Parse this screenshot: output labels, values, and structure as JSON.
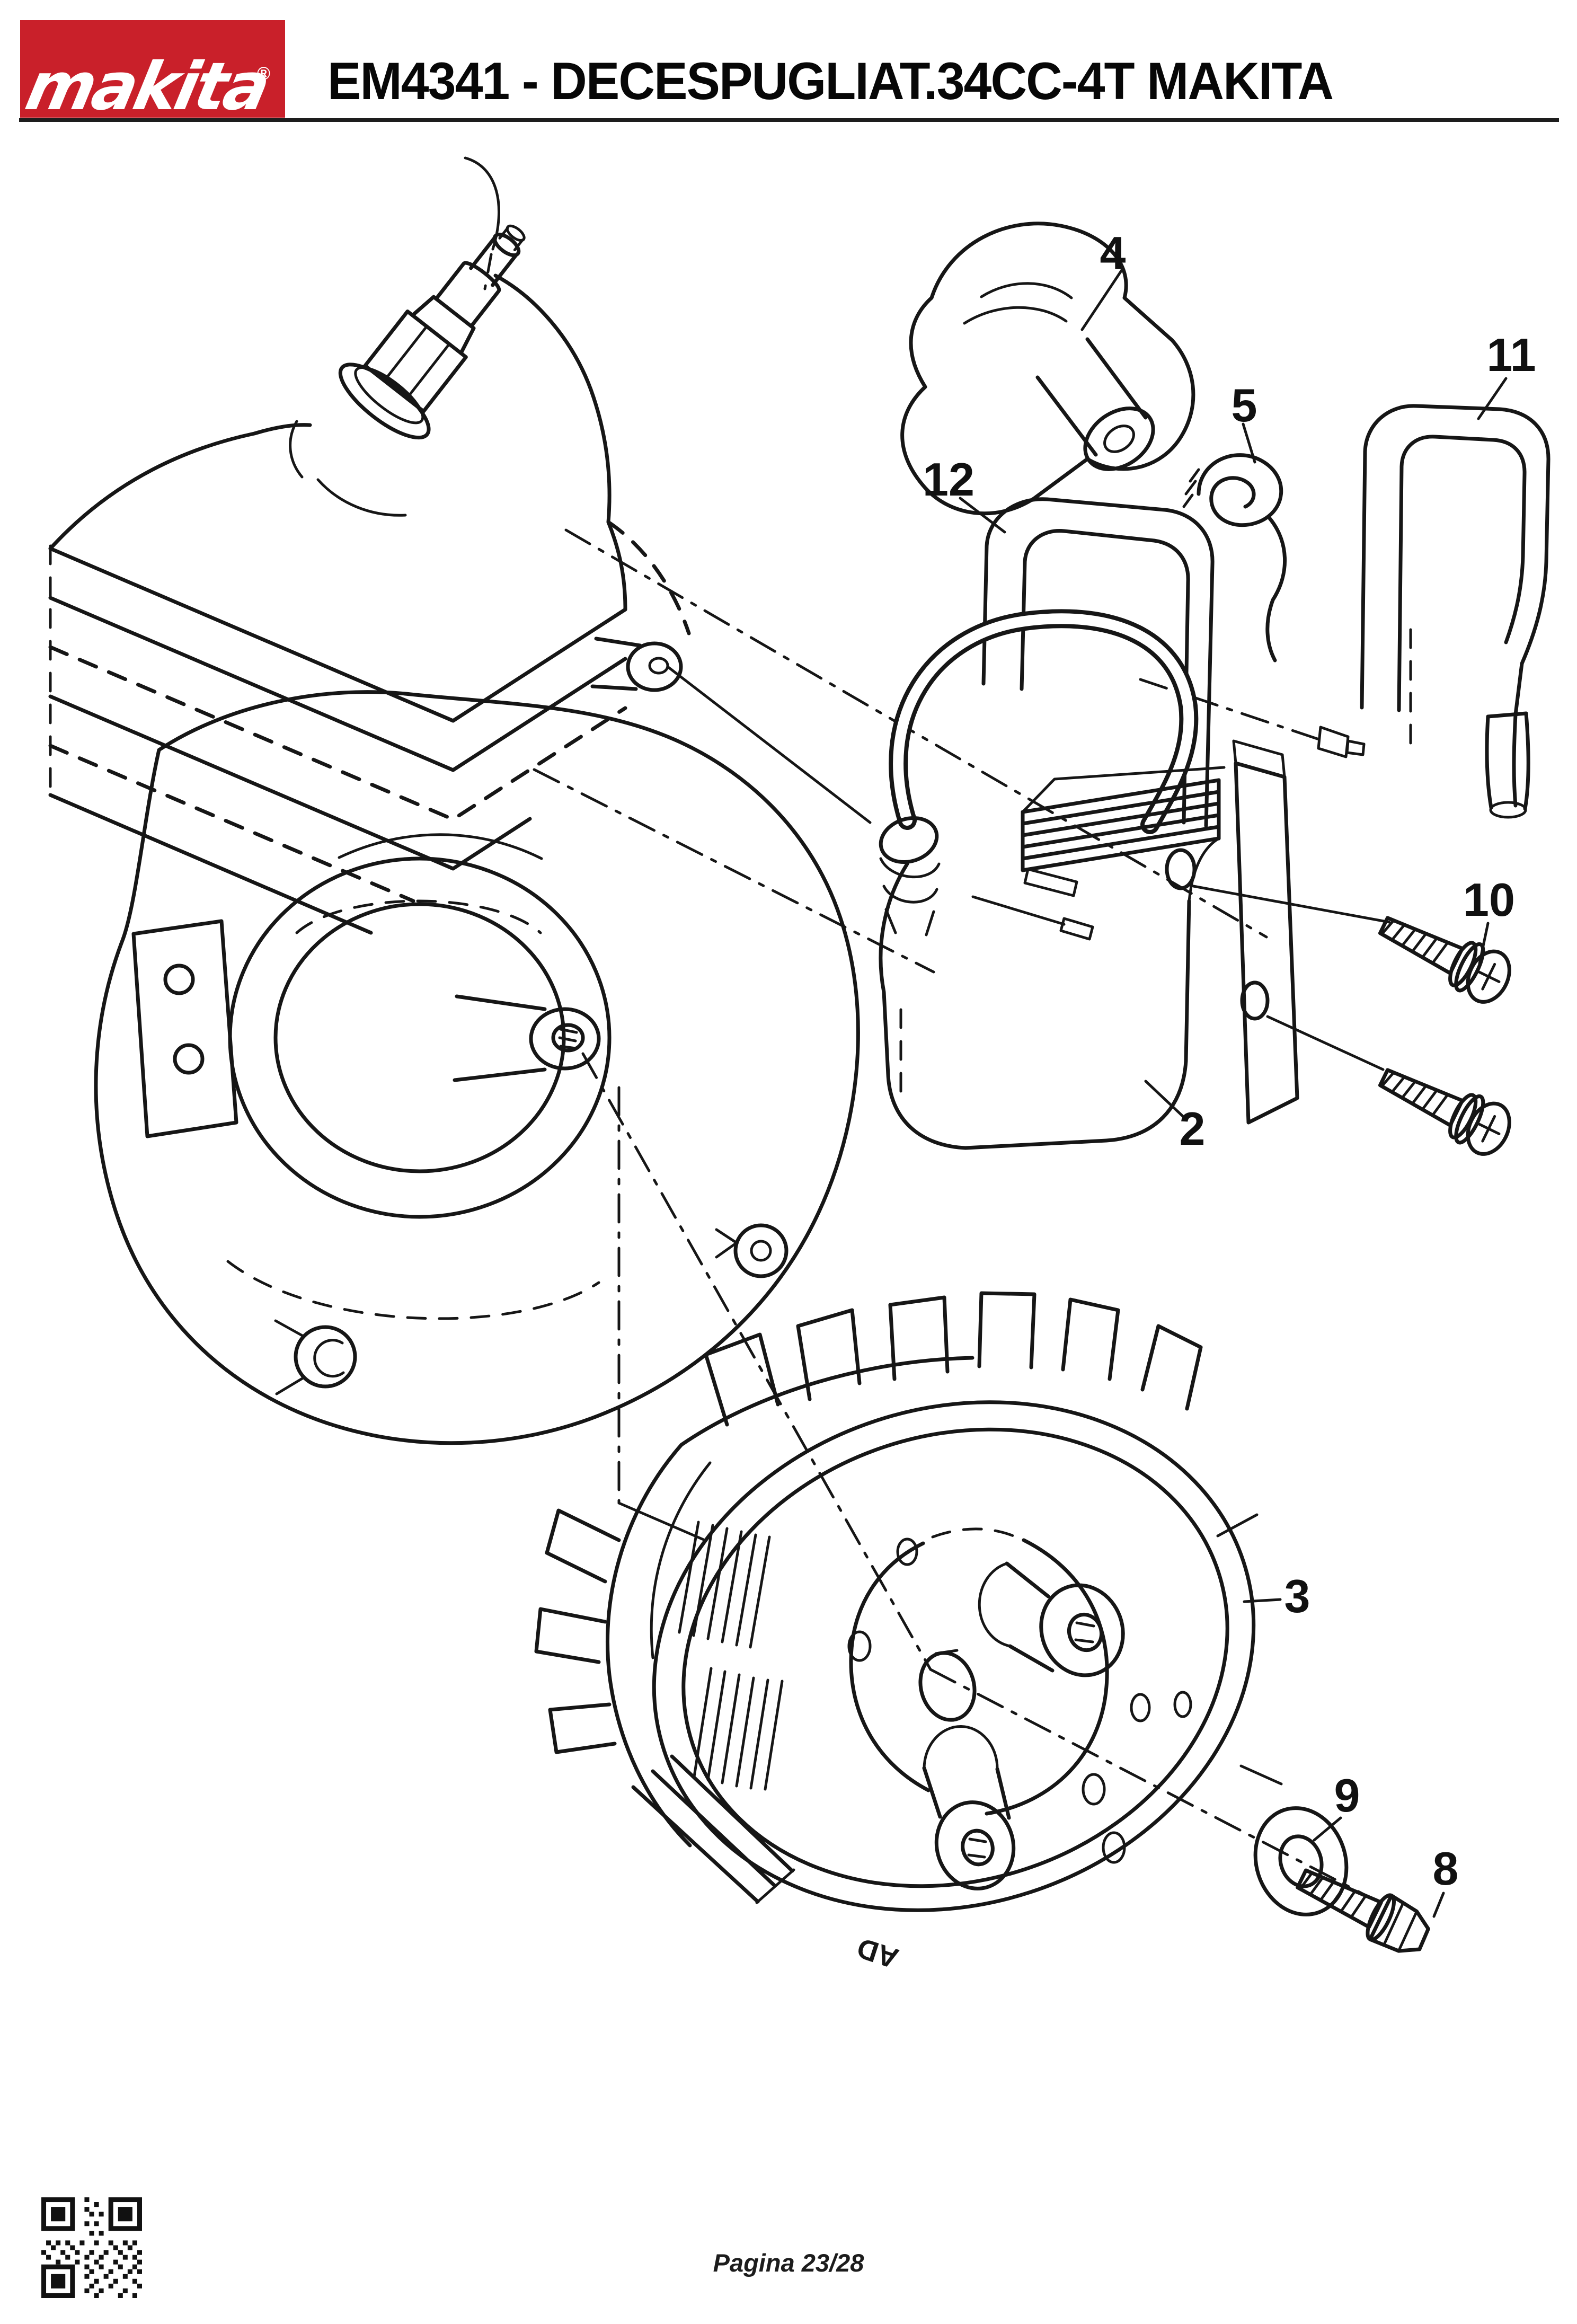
{
  "header": {
    "logo": {
      "brand_script": "makita",
      "registered_mark": "®",
      "box_color": "#c9202a"
    },
    "title": "EM4341 - DECESPUGLIAT.34CC-4T MAKITA"
  },
  "diagram": {
    "type": "exploded-parts-diagram",
    "line_color": "#161616",
    "callouts": [
      "2",
      "3",
      "4",
      "5",
      "8",
      "9",
      "10",
      "11",
      "12"
    ],
    "casting_mark": "AD"
  },
  "footer": {
    "page_label": "Pagina 23/28"
  }
}
